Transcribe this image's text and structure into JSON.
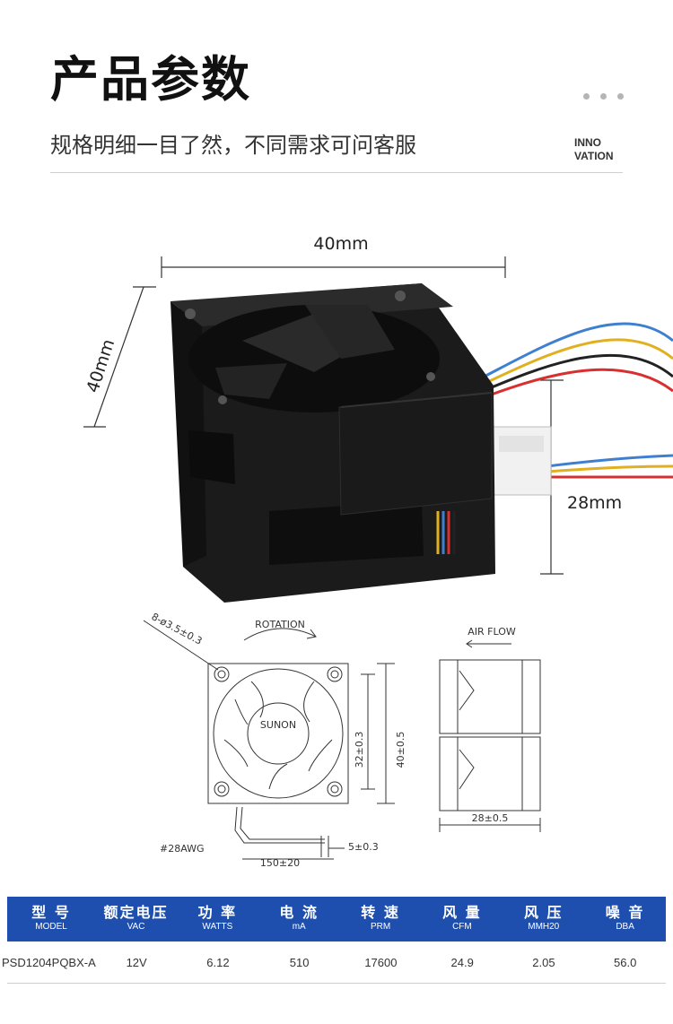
{
  "header": {
    "title": "产品参数",
    "subtitle": "规格明细一目了然，不同需求可问客服",
    "brand_line1": "INNO",
    "brand_line2": "VATION"
  },
  "product_photo": {
    "width_label": "40mm",
    "height_label": "40mm",
    "depth_label": "28mm"
  },
  "drawing": {
    "rotation_label": "ROTATION",
    "hole_label": "8-ø3.5±0.3",
    "brand_label": "SUNON",
    "pitch_label": "32±0.3",
    "size_label": "40±0.5",
    "wire_gauge_label": "#28AWG",
    "lead_length_label": "150±20",
    "strip_length_label": "5±0.3",
    "airflow_label": "AIR FLOW",
    "depth_label": "28±0.5"
  },
  "spec_table": {
    "headers": [
      {
        "cn": "型 号",
        "en": "MODEL"
      },
      {
        "cn": "额定电压",
        "en": "VAC"
      },
      {
        "cn": "功 率",
        "en": "WATTS"
      },
      {
        "cn": "电 流",
        "en": "mA"
      },
      {
        "cn": "转 速",
        "en": "PRM"
      },
      {
        "cn": "风 量",
        "en": "CFM"
      },
      {
        "cn": "风 压",
        "en": "MMH20"
      },
      {
        "cn": "噪 音",
        "en": "DBA"
      }
    ],
    "row": [
      "PSD1204PQBX-A",
      "12V",
      "6.12",
      "510",
      "17600",
      "24.9",
      "2.05",
      "56.0"
    ]
  }
}
